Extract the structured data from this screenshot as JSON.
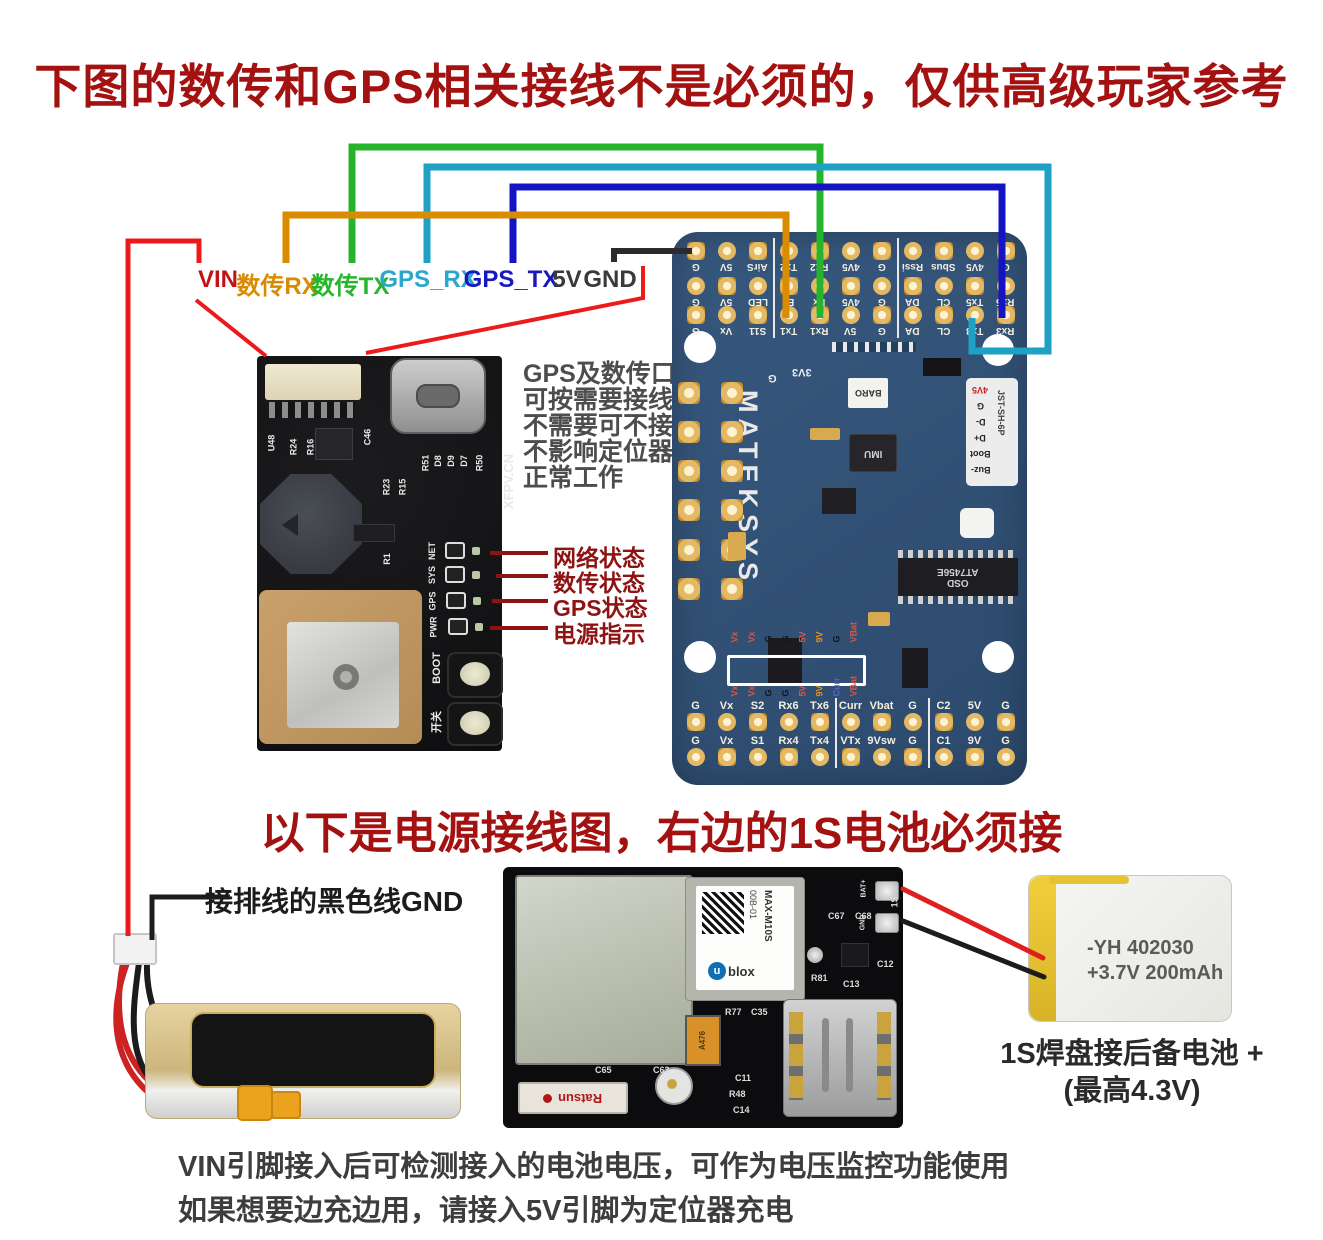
{
  "title_top": "下图的数传和GPS相关接线不是必须的，仅供高级玩家参考",
  "title_middle": "以下是电源接线图，右边的1S电池必须接",
  "wire_labels": [
    {
      "label": "VIN",
      "color": "#c01414"
    },
    {
      "label": "数传RX",
      "color": "#d98b00"
    },
    {
      "label": "数传TX",
      "color": "#28b42c"
    },
    {
      "label": "GPS_RX",
      "color": "#2ba6cc"
    },
    {
      "label": "GPS_TX",
      "color": "#1818c0"
    },
    {
      "label": "5V",
      "color": "#3a3a3a"
    },
    {
      "label": "GND",
      "color": "#3a3a3a"
    }
  ],
  "gps_note_lines": [
    "GPS及数传口",
    "可按需要接线",
    "不需要可不接",
    "不影响定位器",
    "正常工作"
  ],
  "status_labels": [
    "网络状态",
    "数传状态",
    "GPS状态",
    "电源指示"
  ],
  "gnd_wire_label": "接排线的黑色线GND",
  "backup_battery": {
    "line1": "-YH  402030",
    "line2": "+3.7V 200mAh"
  },
  "backup_battery_note": [
    "1S焊盘接后备电池 +",
    "(最高4.3V)"
  ],
  "bottom_note_lines": [
    "VIN引脚接入后可检测接入的电池电压，可作为电压监控功能使用",
    "如果想要边充边用，请接入5V引脚为定位器充电"
  ],
  "gps_module": {
    "silk": [
      "U48",
      "R24",
      "R16",
      "C46",
      "R23",
      "R15",
      "R51",
      "D8",
      "D9",
      "D7",
      "R50",
      "R1"
    ],
    "brand": "XFPV.CN",
    "led_labels": [
      "NET",
      "SYS",
      "GPS",
      "PWR"
    ],
    "boot_button": "BOOT",
    "power_button": "开关"
  },
  "fc_board": {
    "brand": "MATEKSYS",
    "label_3v3": "3V3",
    "label_g": "G",
    "top_rows": [
      [
        "G",
        "5V",
        "AirS",
        "Tx2",
        "Rx2",
        "4V5",
        "G",
        "Rssi",
        "Sbus",
        "4V5",
        "G"
      ],
      [
        "G",
        "5V",
        "LED",
        "Ex",
        "Ex",
        "4V5",
        "G",
        "DA",
        "CL",
        "Tx5",
        "Rx5"
      ],
      [
        "G",
        "Vx",
        "S11",
        "Tx1",
        "Rx1",
        "5V",
        "G",
        "DA",
        "CL",
        "Tx3",
        "Rx3"
      ]
    ],
    "bottom_rows": [
      [
        "G",
        "Vx",
        "S2",
        "Rx6",
        "Tx6",
        "Curr",
        "Vbat",
        "G",
        "C2",
        "5V",
        "G"
      ],
      [
        "G",
        "Vx",
        "S1",
        "Rx4",
        "Tx4",
        "VTx",
        "9Vsw",
        "G",
        "C1",
        "9V",
        "G"
      ]
    ],
    "chip_baro": "BARO",
    "chip_imu": "IMU",
    "chip_osd_1": "OSD",
    "chip_osd_2": "AT7456E",
    "jst_label": "JST-SH-6P",
    "jst_pins": [
      {
        "label": "4V5",
        "color": "#cc2020"
      },
      {
        "label": "G",
        "color": "#222222"
      },
      {
        "label": "D-",
        "color": "#222222"
      },
      {
        "label": "D+",
        "color": "#222222"
      },
      {
        "label": "Boot",
        "color": "#222222"
      },
      {
        "label": "Buz-",
        "color": "#222222"
      }
    ],
    "mid_pads_top": [
      {
        "label": "Vx",
        "color": "#e05540"
      },
      {
        "label": "Vx",
        "color": "#e05540"
      },
      {
        "label": "G",
        "color": "#16161a"
      },
      {
        "label": "G",
        "color": "#16161a"
      },
      {
        "label": "5V",
        "color": "#e05540"
      },
      {
        "label": "9V",
        "color": "#e89020"
      },
      {
        "label": "G",
        "color": "#16161a"
      },
      {
        "label": "VBat",
        "color": "#e05540"
      }
    ],
    "mid_pads_bottom": [
      {
        "label": "Vx",
        "color": "#e05540"
      },
      {
        "label": "Vx",
        "color": "#e05540"
      },
      {
        "label": "G",
        "color": "#16161a"
      },
      {
        "label": "G",
        "color": "#16161a"
      },
      {
        "label": "5V",
        "color": "#e05540"
      },
      {
        "label": "9V",
        "color": "#e89020"
      },
      {
        "label": "Curr",
        "color": "#6060d0"
      },
      {
        "label": "VBat",
        "color": "#e05540"
      }
    ]
  },
  "tracker": {
    "ublox_line1": "00B-01",
    "ublox_line2": "MAX-M10S",
    "ublox_logo": "blox",
    "pad_bat": "BAT+",
    "pad_gnd": "GND",
    "pad_1s": "1S",
    "antenna_brand": "Ratsun",
    "cap_label": "A476",
    "silk": [
      "C67",
      "C68",
      "R81",
      "C12",
      "C13",
      "R77",
      "C35",
      "C65",
      "C63",
      "C11",
      "R48",
      "C14"
    ]
  },
  "colors": {
    "title_red": "#a31111",
    "pointer_red": "#8e1414",
    "wire_red": "#ec1a1a",
    "wire_orange": "#d98c00",
    "wire_green": "#25b42c",
    "wire_teal": "#1da2c6",
    "wire_blue": "#1414c4",
    "wire_black": "#2b2b2b",
    "fc_blue": "#30517a",
    "pad_gold": "#d9a94f"
  }
}
